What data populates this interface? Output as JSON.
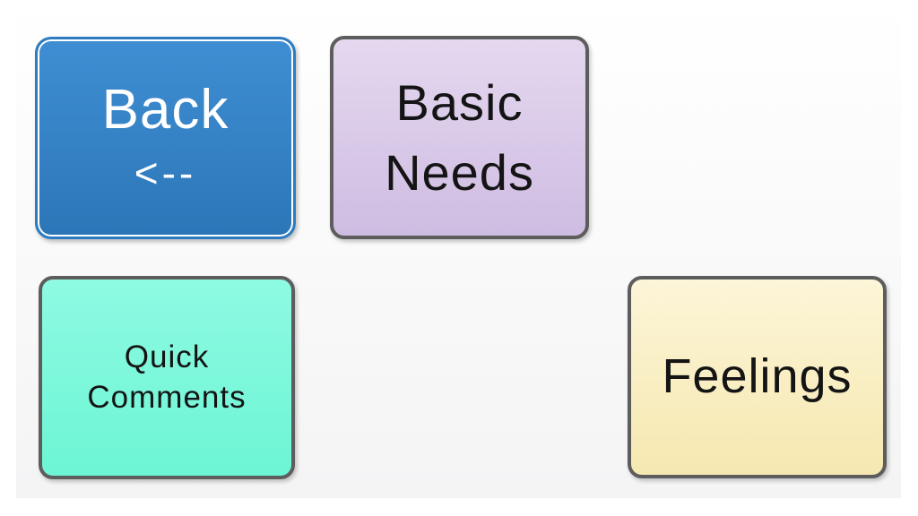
{
  "canvas": {
    "background_top": "#ffffff",
    "background_bottom": "#f4f4f5"
  },
  "tiles": {
    "back": {
      "line1": "Back",
      "line2": "<--",
      "fill_top": "#3f8ed3",
      "fill_bottom": "#2c76b8",
      "border_color": "#2e7cc0",
      "text_color": "#ffffff"
    },
    "basic_needs": {
      "line1": "Basic",
      "line2": "Needs",
      "fill_top": "#e4d8ef",
      "fill_bottom": "#cfbce2",
      "border_color": "#5d5d5d",
      "text_color": "#141414"
    },
    "quick_comments": {
      "line1": "Quick",
      "line2": "Comments",
      "fill_top": "#8efae2",
      "fill_bottom": "#6cf5d4",
      "border_color": "#5d5d5d",
      "text_color": "#141414"
    },
    "feelings": {
      "line1": "Feelings",
      "fill_top": "#fcf5d8",
      "fill_bottom": "#f6e8b0",
      "border_color": "#5d5d5d",
      "text_color": "#141414"
    }
  }
}
